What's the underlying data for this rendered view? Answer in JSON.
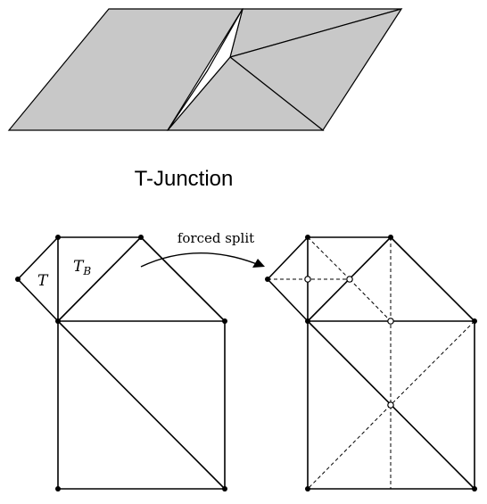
{
  "top_caption": "T-Junction",
  "arrow_label": "forced split",
  "triangle_labels": {
    "left": "T",
    "right_main": "T",
    "right_sub": "B"
  },
  "colors": {
    "fill": "#c8c8c8",
    "stroke": "#000000",
    "background": "#ffffff"
  }
}
